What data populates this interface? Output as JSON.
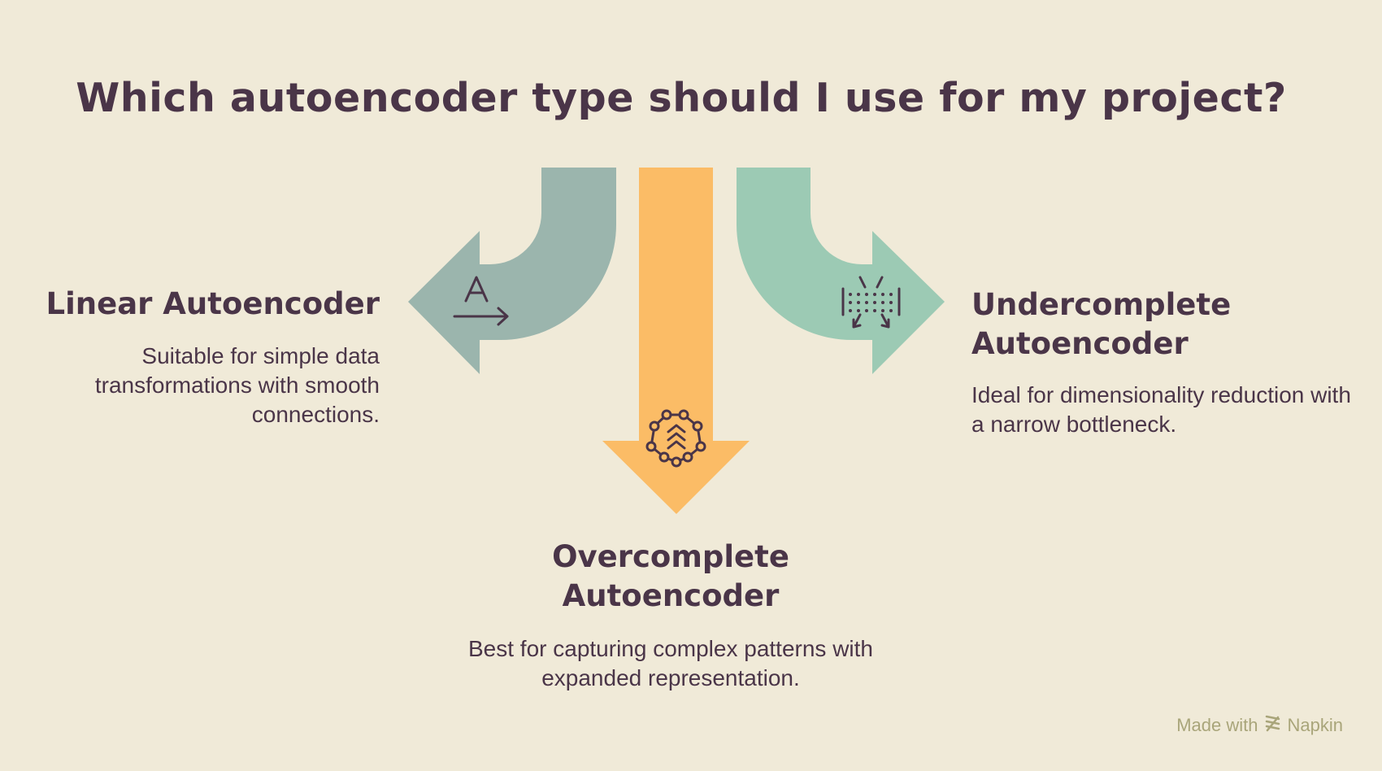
{
  "title": "Which autoencoder type should I use for my project?",
  "branches": [
    {
      "heading_lines": [
        "Linear Autoencoder"
      ],
      "description": "Suitable for simple data transformations with smooth connections.",
      "color": "#9BB5AD",
      "icon": "letter-a-arrow-icon"
    },
    {
      "heading_lines": [
        "Overcomplete",
        "Autoencoder"
      ],
      "description": "Best for capturing complex patterns with expanded representation.",
      "color": "#FBBC66",
      "icon": "network-expand-icon"
    },
    {
      "heading_lines": [
        "Undercomplete",
        "Autoencoder"
      ],
      "description": "Ideal for dimensionality reduction with a narrow bottleneck.",
      "color": "#9CCAB4",
      "icon": "compress-arrows-icon"
    }
  ],
  "footer": {
    "made_with": "Made with",
    "brand": "Napkin",
    "icon": "napkin-logo-icon",
    "color": "#A9A57A"
  }
}
